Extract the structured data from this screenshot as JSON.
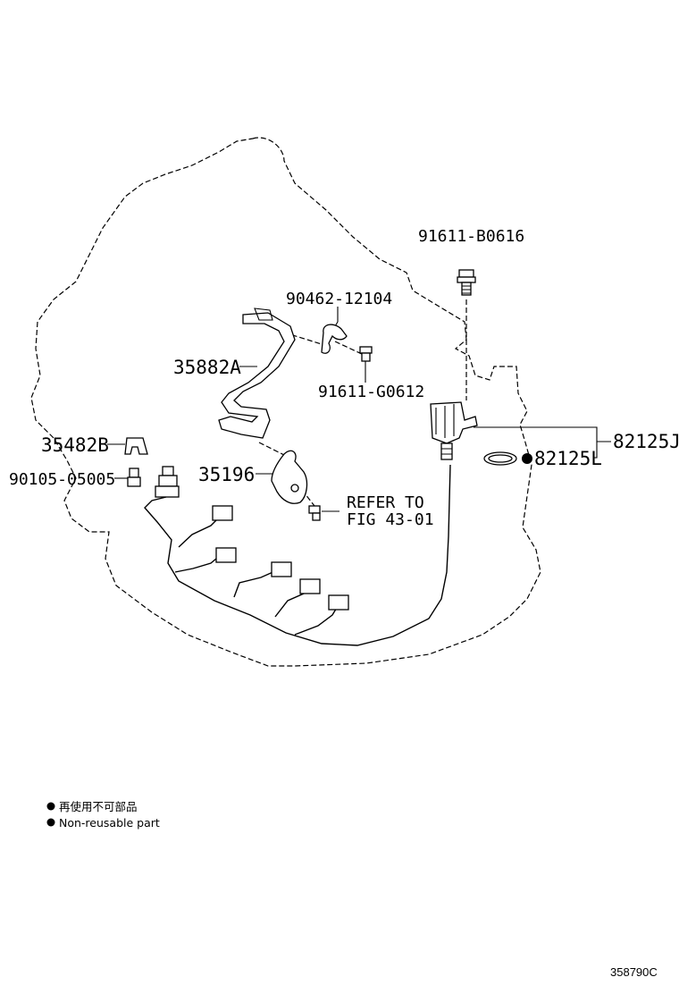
{
  "parts": {
    "bolt_top": "91611-B0616",
    "clip_upper": "90462-12104",
    "wire_harness": "35882A",
    "bolt_mid": "91611-G0612",
    "clamp_left": "35482B",
    "bolt_left": "90105-05005",
    "bracket": "35196",
    "sensor": "82125J",
    "o_ring": "82125L"
  },
  "refer": {
    "line1": "REFER TO",
    "line2": "FIG 43-01"
  },
  "legend": {
    "jp": "再使用不可部品",
    "en": "Non-reusable part"
  },
  "diagram_code": "358790C"
}
